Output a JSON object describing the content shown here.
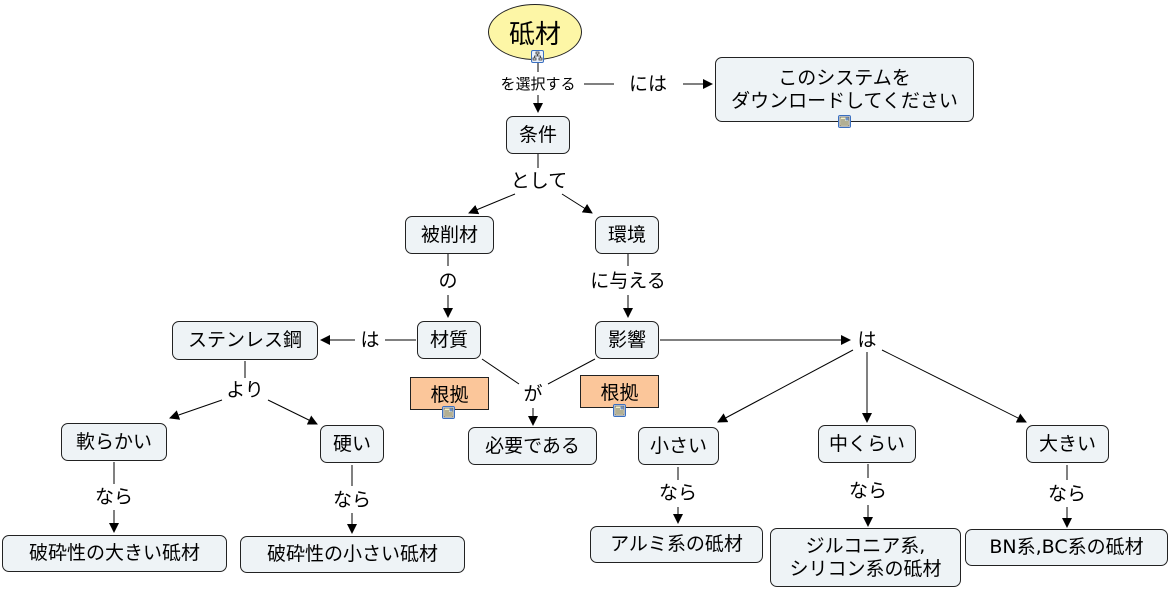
{
  "root": {
    "label": "砥材",
    "icon": "concept-map-icon"
  },
  "nodes": {
    "download": "このシステムを\nダウンロードしてください",
    "condition": "条件",
    "workpiece": "被削材",
    "environment": "環境",
    "stainless": "ステンレス鋼",
    "material": "材質",
    "influence": "影響",
    "soft": "軟らかい",
    "hard": "硬い",
    "necessary": "必要である",
    "small": "小さい",
    "medium": "中くらい",
    "large": "大きい",
    "high_friability": "破砕性の大きい砥材",
    "low_friability": "破砕性の小さい砥材",
    "alumina": "アルミ系の砥材",
    "zirconia": "ジルコニア系,\nシリコン系の砥材",
    "bn_bc": "BN系,BC系の砥材"
  },
  "notes": {
    "basis_left": "根拠",
    "basis_right": "根拠"
  },
  "links": {
    "select": "を選択する",
    "ni_wa": "には",
    "as": "として",
    "no": "の",
    "affects": "に与える",
    "wa_left": "は",
    "wa_right": "は",
    "yori": "より",
    "ga": "が",
    "nara_soft": "なら",
    "nara_hard": "なら",
    "nara_small": "なら",
    "nara_medium": "なら",
    "nara_large": "なら"
  },
  "colors": {
    "concept_fill": "#eef3f6",
    "root_fill": "#fdf6a6",
    "note_fill": "#fbc69a",
    "line": "#000000"
  }
}
